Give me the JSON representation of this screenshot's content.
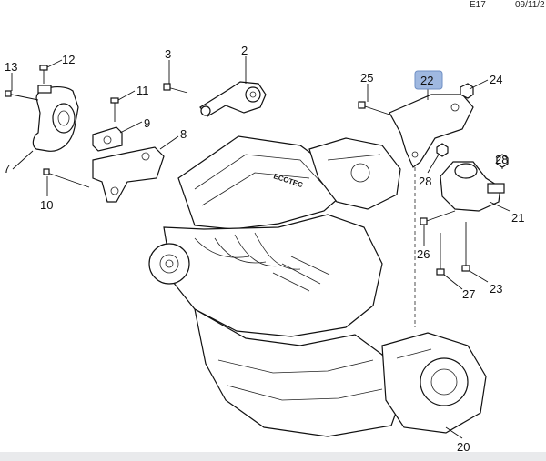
{
  "header": {
    "code": "E17",
    "date": "09/11/2"
  },
  "engine_brand": "ECOTEC",
  "callouts": {
    "n2": "2",
    "n3": "3",
    "n7": "7",
    "n8": "8",
    "n9": "9",
    "n10": "10",
    "n11": "11",
    "n12": "12",
    "n13": "13",
    "n20": "20",
    "n21": "21",
    "n22": "22",
    "n23": "23",
    "n24": "24",
    "n25": "25",
    "n26": "26",
    "n27": "27",
    "n28a": "28",
    "n28b": "28"
  },
  "colors": {
    "highlight": "#9fb8e0",
    "line": "#111111"
  }
}
